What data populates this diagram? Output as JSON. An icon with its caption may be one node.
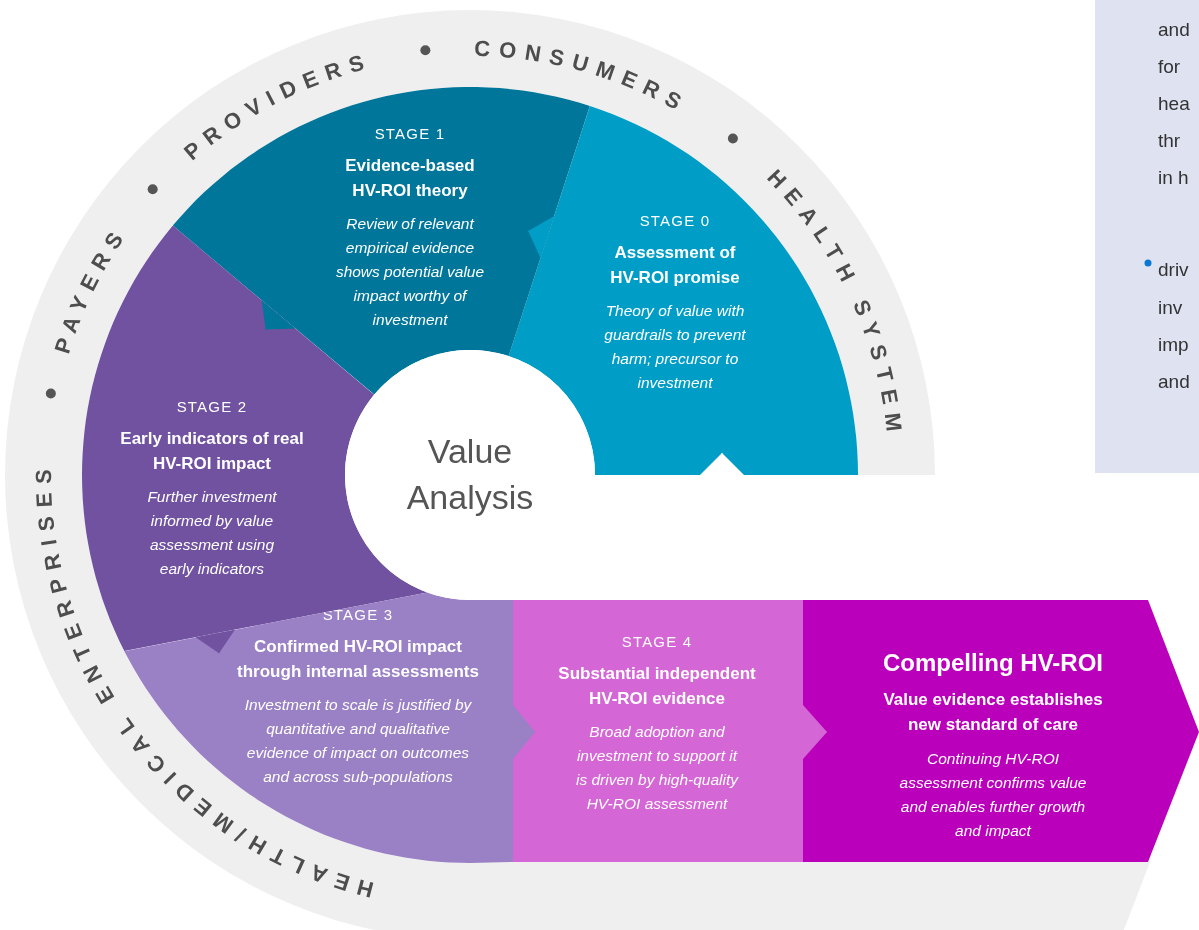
{
  "diagram": {
    "nodes": [
      {
        "text": [
          "STAGE 0",
          "Assessment of HV-ROI promise",
          "Theory of value with guardrails to prevent harm; precursor to investment"
        ]
      },
      {
        "text": [
          "STAGE 1",
          "Evidence-based HV-ROI theory",
          "Review of relevant empirical evidence shows potential value impact worthy of investment"
        ]
      },
      {
        "text": [
          "STAGE 2",
          "Early indicators of real HV-ROI impact",
          "Further investment informed by value assessment using early indicators"
        ]
      },
      {
        "text": [
          "STAGE 3",
          "Confirmed HV-ROI impact through internal assessments",
          "Investment to scale is justified by quantitative and qualitative evidence of impact on outcomes and across sub-populations"
        ]
      },
      {
        "text": [
          "STAGE 4",
          "Substantial independent HV-ROI evidence",
          "Broad adoption and investment to support it is driven by high-quality HV-ROI assessment"
        ]
      },
      {
        "text": [
          "Compelling HV-ROI",
          "Value evidence establishes new standard of care",
          "Continuing HV-ROI assessment confirms value and enables further growth and impact"
        ]
      },
      {
        "text": [
          "Value Analysis"
        ]
      },
      {
        "text": [
          "and",
          "for",
          "hea",
          "thr",
          "in h",
          "driv",
          "inv",
          "imp",
          "and"
        ]
      }
    ],
    "edges": [
      {
        "from": null,
        "to": 0,
        "arrow": "to",
        "color": "#ffffff"
      },
      {
        "from": 0,
        "to": 1,
        "arrow": "to",
        "color": "#009ec6"
      },
      {
        "from": 1,
        "to": 2,
        "arrow": "to",
        "color": "#00769a"
      },
      {
        "from": 2,
        "to": 3,
        "arrow": "to",
        "color": "#7052a0"
      },
      {
        "from": 3,
        "to": 4,
        "arrow": "to",
        "color": "#9a80c4"
      },
      {
        "from": 4,
        "to": 5,
        "arrow": "to",
        "color": "#d566d5"
      }
    ],
    "labels": [
      "PAYERS",
      "PROVIDERS",
      "CONSUMERS",
      "HEALTH SYSTEM",
      "HEALTH/MEDICAL ENTERPRISES"
    ]
  }
}
